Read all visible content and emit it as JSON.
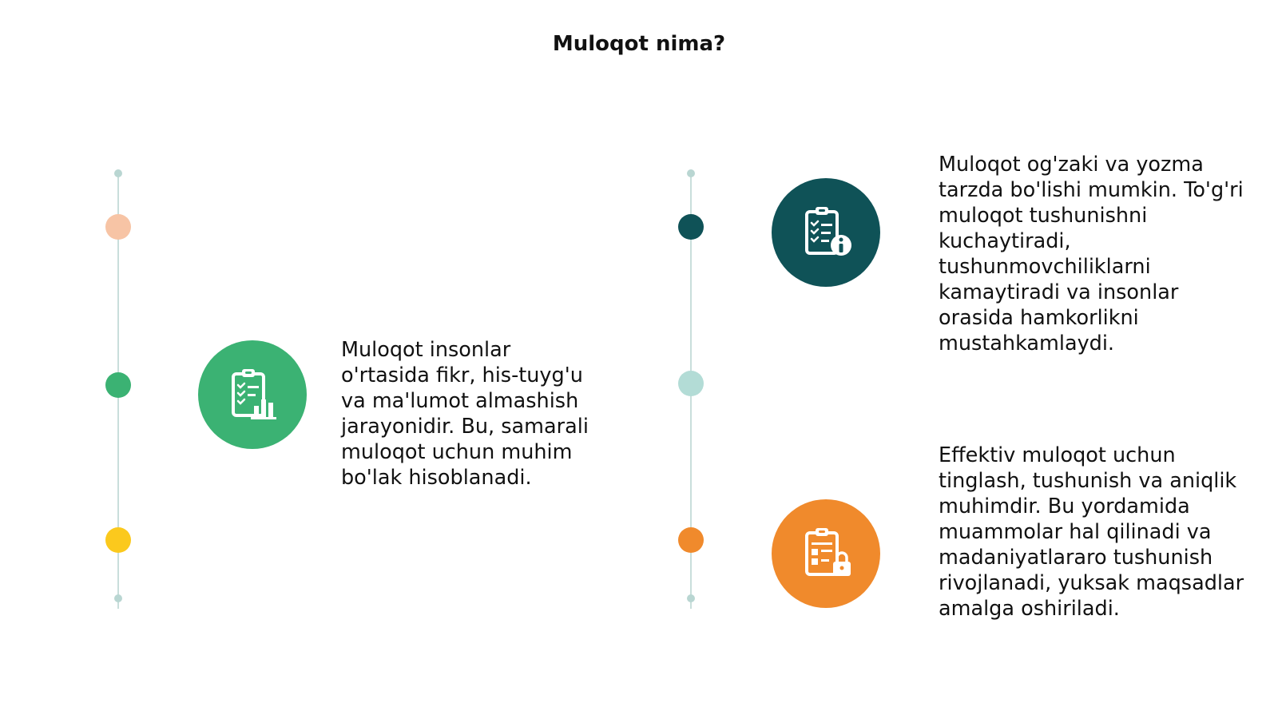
{
  "title": "Muloqot nima?",
  "colors": {
    "line": "#c9dedb",
    "dot_peach": "#f7c4a5",
    "dot_green": "#3bb273",
    "dot_yellow": "#fbc91d",
    "dot_teal_dark": "#0f5257",
    "dot_teal_light": "#b3dcd6",
    "dot_orange": "#f08a2c",
    "circle_green": "#3bb273",
    "circle_teal": "#0f5257",
    "circle_orange": "#f08a2c"
  },
  "items": [
    {
      "icon": "clipboard-chart-icon",
      "text": "Muloqot insonlar o'rtasida fikr, his-tuyg'u va ma'lumot almashish jarayonidir. Bu, samarali muloqot uchun muhim bo'lak hisoblanadi."
    },
    {
      "icon": "clipboard-info-icon",
      "text": "Muloqot og'zaki va yozma tarzda bo'lishi mumkin. To'g'ri muloqot tushunishni kuchaytiradi, tushunmovchiliklarni kamaytiradi va insonlar orasida hamkorlikni mustahkamlaydi."
    },
    {
      "icon": "clipboard-lock-icon",
      "text": "Effektiv muloqot uchun tinglash, tushunish va aniqlik muhimdir. Bu yordamida muammolar hal qilinadi va madaniyatlararo tushunish rivojlanadi, yuksak maqsadlar amalga oshiriladi."
    }
  ]
}
